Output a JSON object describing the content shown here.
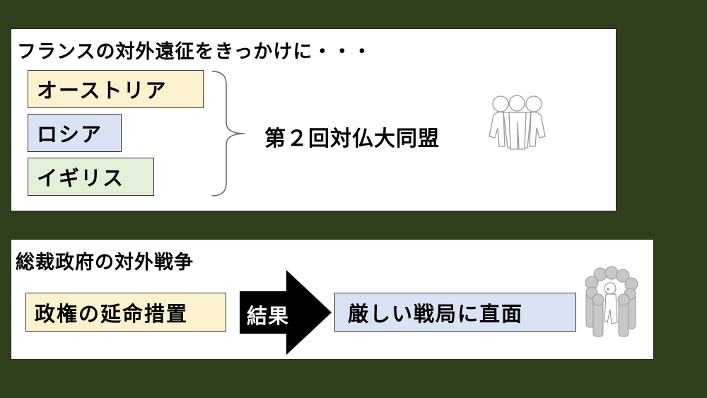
{
  "panel1": {
    "title": "フランスの対外遠征をきっかけに・・・",
    "countries": [
      "オーストリア",
      "ロシア",
      "イギリス"
    ],
    "result": "第２回対仏大同盟",
    "icon": "three-people-icon"
  },
  "panel2": {
    "title": "総裁政府の対外戦争",
    "cause": "政権の延命措置",
    "arrow_label": "結果",
    "effect": "厳しい戦局に直面",
    "icon": "surrounded-person-icon"
  },
  "colors": {
    "background": "#2d401b",
    "yellow": "#fdf2d0",
    "blue": "#dae3f3",
    "green": "#e2f0d9"
  }
}
